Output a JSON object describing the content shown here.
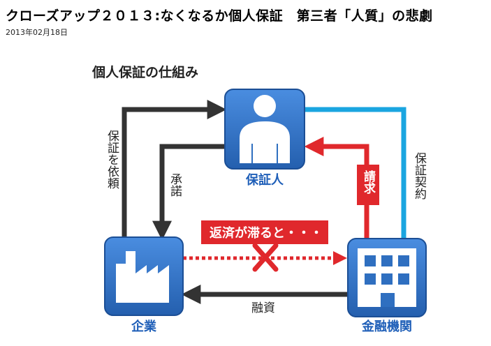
{
  "headline": "クローズアップ２０１３:なくなるか個人保証　第三者「人質」の悲劇",
  "date": "2013年02月18日",
  "diagram": {
    "title": "個人保証の仕組み",
    "nodes": {
      "guarantor": "保証人",
      "company": "企業",
      "bank": "金融機関"
    },
    "edges": {
      "request_guarantee": "保証を依頼",
      "consent": "承諾",
      "guarantee_contract": "保証契約",
      "claim": "請求",
      "loan": "融資",
      "default": "返済が滞ると・・・"
    },
    "colors": {
      "node_blue": "#2f6fc0",
      "accent_red": "#e0282c",
      "contract_cyan": "#1aa5e0",
      "arrow_dark": "#333333"
    }
  }
}
